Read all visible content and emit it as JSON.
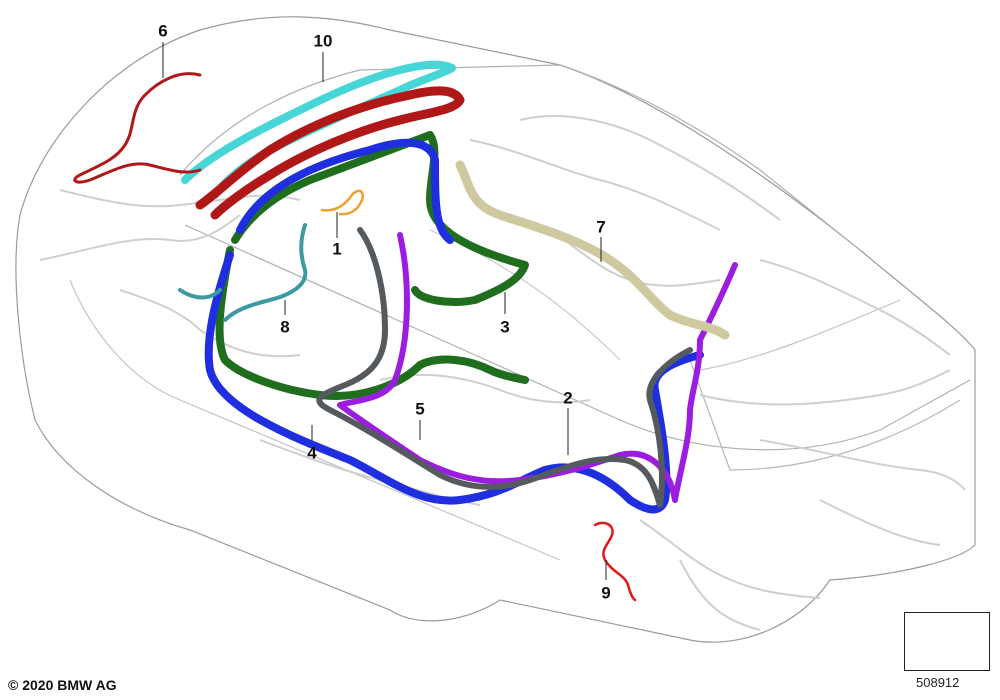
{
  "diagram": {
    "harness_colors": {
      "1": "#f0a030",
      "2": "#555a5e",
      "3": "#1e6e1e",
      "4": "#1f2fe0",
      "5": "#9b1ee0",
      "6": "#b01818",
      "7": "#cfc9a0",
      "8": "#3d9aa3",
      "9": "#e01818",
      "10": "#46d6d8"
    },
    "callouts": [
      {
        "id": "callout-1",
        "label": "1"
      },
      {
        "id": "callout-2",
        "label": "2"
      },
      {
        "id": "callout-3",
        "label": "3"
      },
      {
        "id": "callout-4",
        "label": "4"
      },
      {
        "id": "callout-5",
        "label": "5"
      },
      {
        "id": "callout-6",
        "label": "6"
      },
      {
        "id": "callout-7",
        "label": "7"
      },
      {
        "id": "callout-8",
        "label": "8"
      },
      {
        "id": "callout-9",
        "label": "9"
      },
      {
        "id": "callout-10",
        "label": "10"
      }
    ],
    "copyright": "© 2020 BMW AG",
    "diagram_number": "508912",
    "icon": "vehicle-view-orientation-icon"
  }
}
